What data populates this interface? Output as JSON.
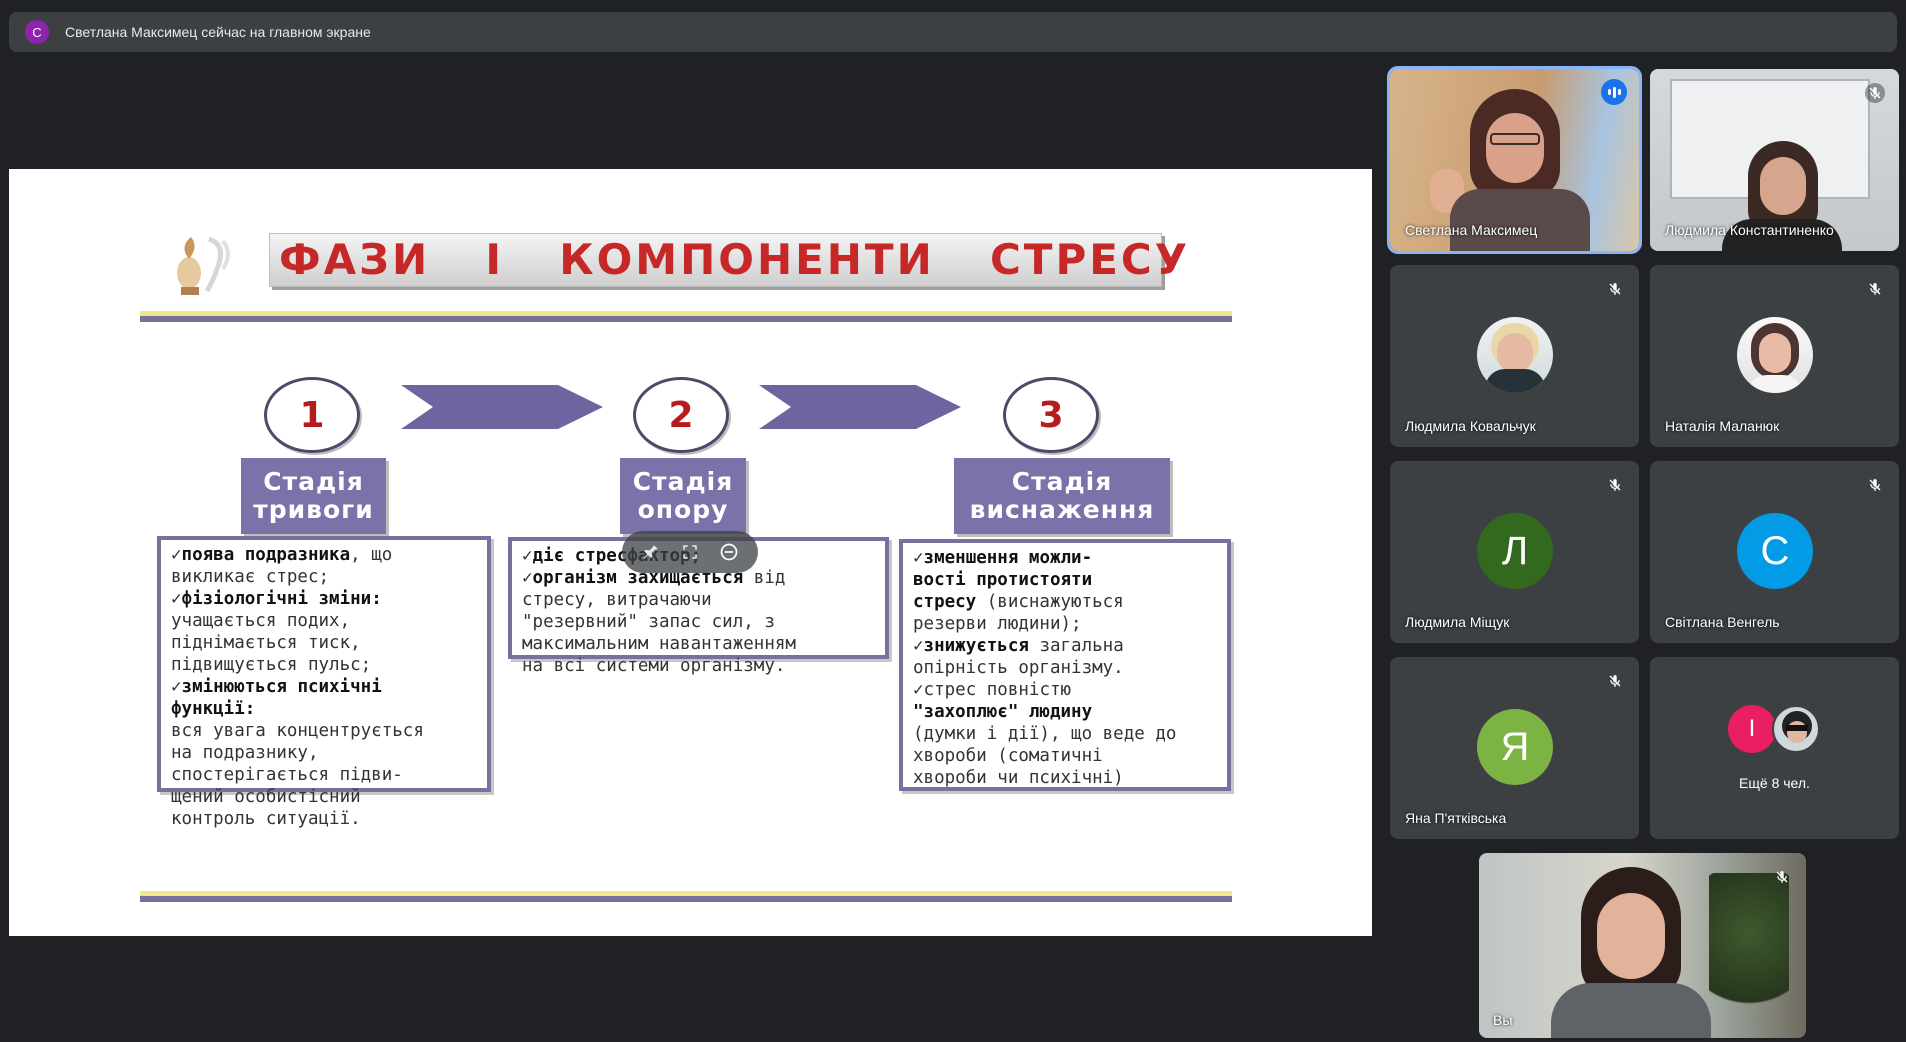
{
  "banner": {
    "avatar_letter": "С",
    "text": "Светлана Максимец сейчас на главном экране"
  },
  "slide": {
    "title": "ФАЗИ  І  КОМПОНЕНТИ  СТРЕСУ",
    "stages": [
      {
        "number": "1",
        "label_line1": "Стадія",
        "label_line2": "тривоги"
      },
      {
        "number": "2",
        "label_line1": "Стадія",
        "label_line2": "опору"
      },
      {
        "number": "3",
        "label_line1": "Стадія",
        "label_line2": "виснаження"
      }
    ],
    "box1": {
      "l1b": "поява подразника",
      "l1": ", що",
      "l2": "викликає стрес;",
      "l3b": "фізіологічні зміни:",
      "l4": "учащається подих,",
      "l5": "піднімається тиск,",
      "l6": "підвищується пульс;",
      "l7b": "змінюються психічні",
      "l8b": "функції:",
      "l9": "вся увага концентрується",
      "l10": "на подразнику,",
      "l11": "спостерігається підви-",
      "l12": "щений особистісний",
      "l13": "контроль ситуації."
    },
    "box2": {
      "l1b": "діє стресфактор;",
      "l2b": "організм захищається",
      "l2": " від",
      "l3": "стресу, витрачаючи",
      "l4": "\"резервний\" запас сил, з",
      "l5": "максимальним навантаженням",
      "l6": "на всі системи організму."
    },
    "box3": {
      "l1b": "зменшення можли-",
      "l2b": "вості протистояти",
      "l3b": "стресу",
      "l3": " (виснажуються",
      "l4": "резерви людини);",
      "l5b": "знижується",
      "l5": " загальна",
      "l6": "опірність організму.",
      "l7": "стрес повністю",
      "l8b": "\"захоплює\" людину",
      "l9": "(думки і дії), що веде до",
      "l10": "хвороби (соматичні",
      "l11": "хвороби чи психічні)"
    }
  },
  "participants": [
    {
      "name": "Светлана Максимец",
      "speaking": true
    },
    {
      "name": "Людмила Константиненко",
      "muted": true
    },
    {
      "name": "Людмила Ковальчук",
      "muted": true
    },
    {
      "name": "Наталія Маланюк",
      "muted": true
    },
    {
      "name": "Людмила Міщук",
      "muted": true,
      "letter": "Л",
      "color": "#33691e"
    },
    {
      "name": "Світлана Венгель",
      "muted": true,
      "letter": "С",
      "color": "#039be5"
    },
    {
      "name": "Яна П'ятківська",
      "muted": true,
      "letter": "Я",
      "color": "#7cb342"
    }
  ],
  "more": {
    "letter": "І",
    "letter_color": "#e91e63",
    "label": "Ещё 8 чел."
  },
  "self": {
    "name": "Вы",
    "muted": true
  }
}
